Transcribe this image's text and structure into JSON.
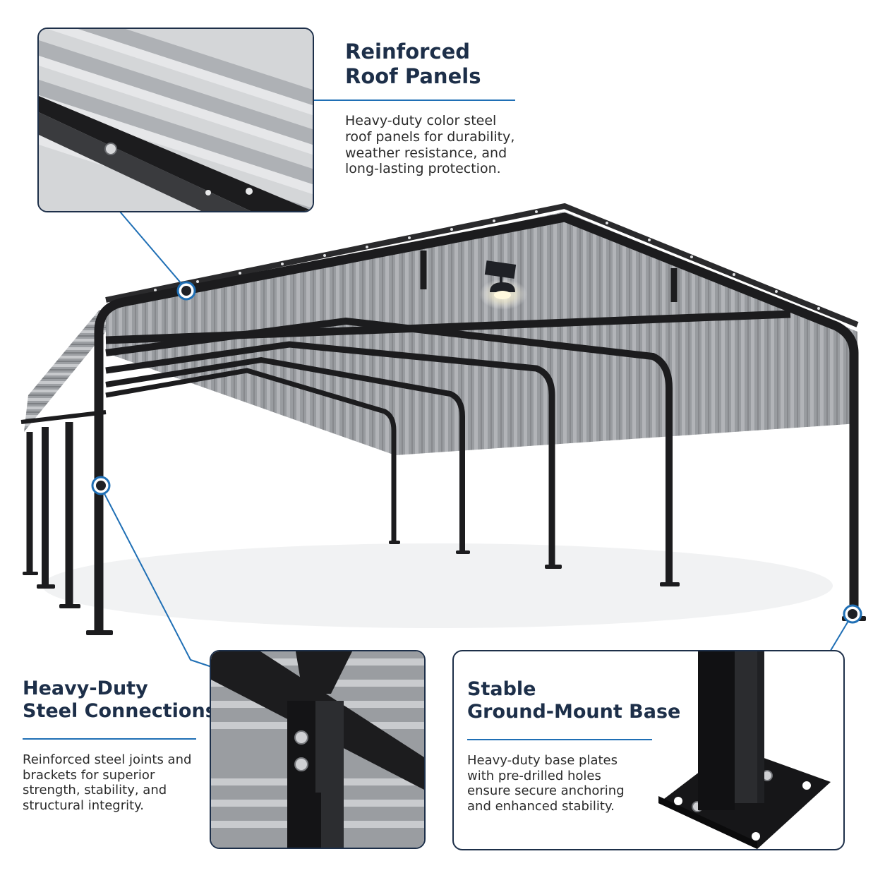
{
  "accent_color": "#1f6fb5",
  "title_color": "#1d2f49",
  "features": [
    {
      "title_lines": [
        "Reinforced",
        "Roof Panels"
      ],
      "desc_lines": [
        "Heavy-duty color steel",
        "roof panels for durability,",
        "weather resistance, and",
        "long-lasting protection."
      ]
    },
    {
      "title_lines": [
        "Heavy-Duty",
        "Steel Connections"
      ],
      "desc_lines": [
        "Reinforced steel joints and",
        "brackets for superior",
        "strength, stability, and",
        "structural integrity."
      ]
    },
    {
      "title_lines": [
        "Stable",
        "Ground-Mount Base"
      ],
      "desc_lines": [
        "Heavy-duty base plates",
        "with pre-drilled holes",
        "ensure secure anchoring",
        "and enhanced stability."
      ]
    }
  ]
}
